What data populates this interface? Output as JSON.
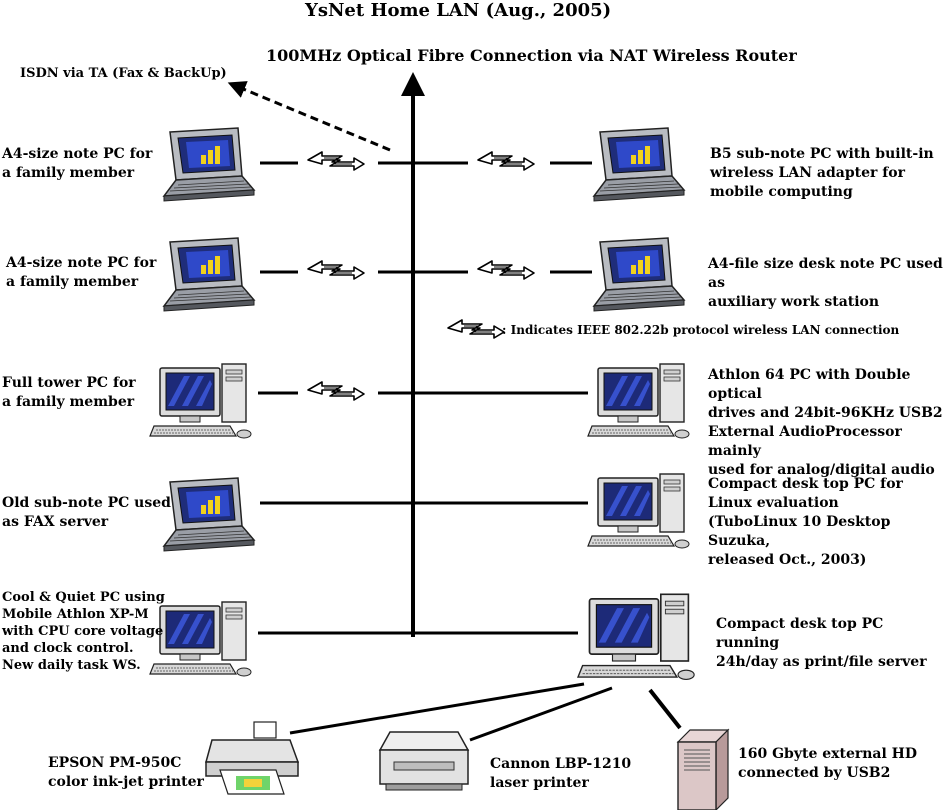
{
  "title": "YsNet Home LAN (Aug., 2005)",
  "backbone_label": "100MHz Optical Fibre Connection via NAT Wireless Router",
  "isdn_label": "ISDN via TA (Fax & BackUp)",
  "legend_label": ": Indicates IEEE 802.22b protocol wireless LAN connection",
  "left_nodes": [
    {
      "label": "A4-size note PC for\na family member",
      "icon": "laptop-icon"
    },
    {
      "label": "A4-size note PC for\na family member",
      "icon": "laptop-icon"
    },
    {
      "label": "Full tower PC for\na family member",
      "icon": "desktop-pc-icon"
    },
    {
      "label": "Old sub-note PC used\nas FAX server",
      "icon": "laptop-icon"
    },
    {
      "label": "Cool & Quiet PC using\nMobile Athlon XP-M\nwith CPU core voltage\nand clock control.\nNew daily task WS.",
      "icon": "desktop-pc-icon"
    }
  ],
  "right_nodes": [
    {
      "label": "B5 sub-note PC with built-in\nwireless LAN adapter for\nmobile computing",
      "icon": "laptop-icon"
    },
    {
      "label": "A4-file size desk note PC used as\nauxiliary work station",
      "icon": "laptop-icon"
    },
    {
      "label": "Athlon 64 PC with Double optical\ndrives and 24bit-96KHz USB2\nExternal AudioProcessor mainly\nused for analog/digital audio",
      "icon": "desktop-pc-icon"
    },
    {
      "label": "Compact desk top PC for\nLinux evaluation\n(TuboLinux 10 Desktop Suzuka,\nreleased Oct., 2003)",
      "icon": "desktop-pc-icon"
    },
    {
      "label": "Compact desk top PC running\n24h/day as print/file server",
      "icon": "server-pc-icon"
    }
  ],
  "peripherals": [
    {
      "label": "EPSON PM-950C\ncolor ink-jet printer",
      "icon": "inkjet-printer-icon"
    },
    {
      "label": "Cannon LBP-1210\nlaser printer",
      "icon": "laser-printer-icon"
    },
    {
      "label": "160 Gbyte external HD\nconnected by USB2",
      "icon": "external-hd-icon"
    }
  ]
}
